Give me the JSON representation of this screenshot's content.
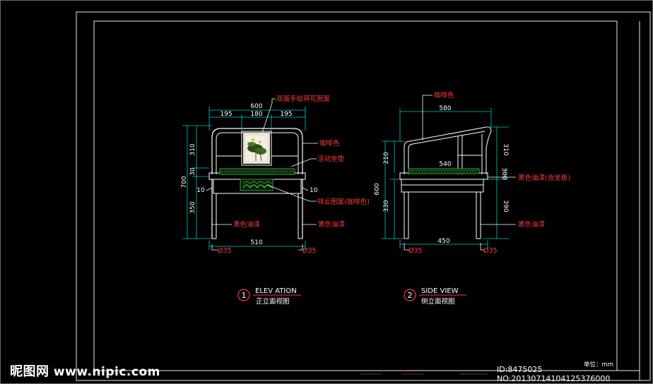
{
  "drawing": {
    "elevation": {
      "number": "1",
      "title": "ELEV ATION",
      "subtitle": "正立面视图",
      "notes": {
        "top_pattern": "双面手绘荷花图案",
        "coffee": "咖啡色",
        "cushion": "活动坐垫",
        "cloud": "祥云图案(咖啡色)",
        "lacquer_left": "黑色油漆",
        "lacquer_right": "黑色油漆",
        "dia_left": "Ø35",
        "dia_right": "Ø35"
      },
      "dims": {
        "total_width": "600",
        "w1": "195",
        "w2": "180",
        "w3": "195",
        "height_total": "700",
        "h1": "310",
        "h2": "30",
        "h3": "10",
        "h4": "350",
        "bottom_width": "510",
        "side_small": "10"
      }
    },
    "side": {
      "number": "2",
      "title": "SIDE VIEW",
      "subtitle": "侧立面视图",
      "notes": {
        "coffee": "咖啡色",
        "lacquer_seat": "黑色油漆(含坐板)",
        "lacquer_leg": "黑色油漆",
        "dia_left": "Ø35",
        "dia_right": "Ø35"
      },
      "dims": {
        "top_depth": "580",
        "seat_depth": "540",
        "bottom_depth": "450",
        "left_total": "600",
        "left_upper": "210",
        "left_lower": "330",
        "right_upper": "310",
        "right_mid": "300",
        "right_lower": "390"
      }
    },
    "unit_label": "单位：mm"
  },
  "watermark": {
    "logo": "昵图网",
    "url": "www.nipic.com",
    "id_line": "ID:8475025 NO:20130714104125376000"
  },
  "colors": {
    "background": "#000000",
    "line_white": "#ffffff",
    "annotation_red": "#ff3b3b",
    "cad_green": "#3c9a3c",
    "cad_cyan": "#00c8c8",
    "cad_yellow": "#d8d800"
  }
}
